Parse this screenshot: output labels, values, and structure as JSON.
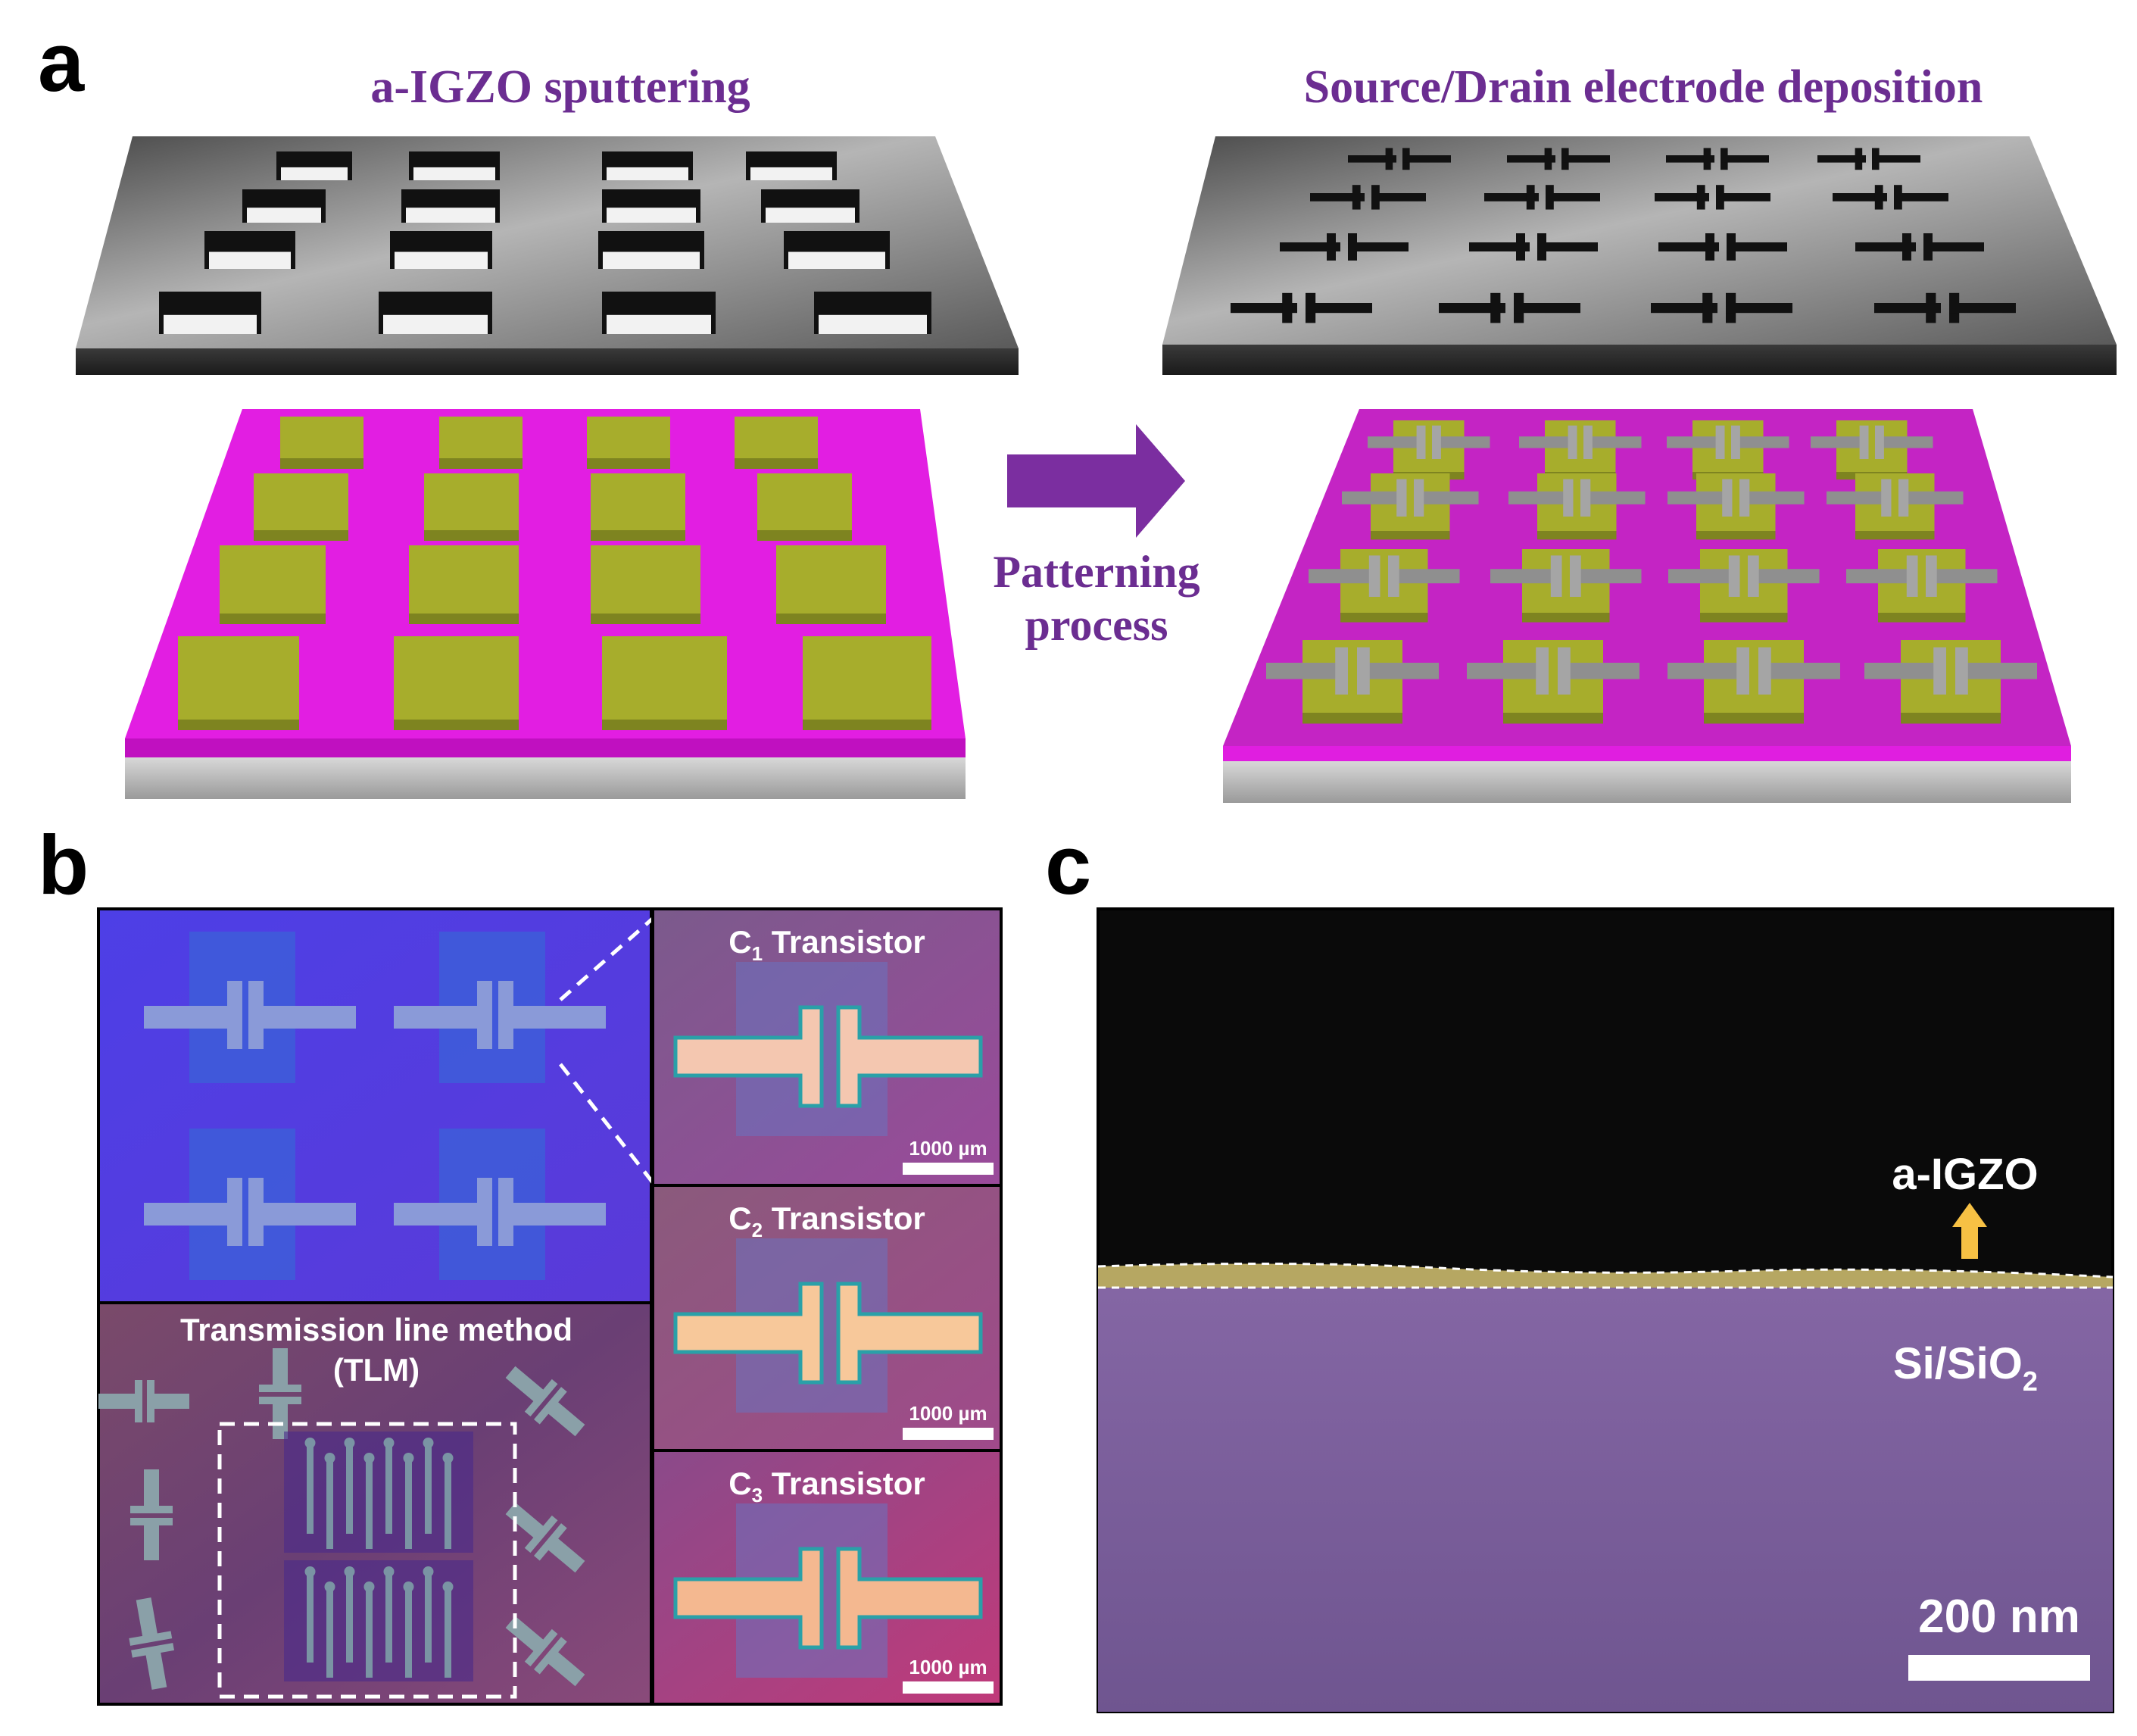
{
  "panels": {
    "a": {
      "letter": "a",
      "left_title": "a-IGZO sputtering",
      "right_title": "Source/Drain electrode deposition",
      "arrow_line1": "Patterning",
      "arrow_line2": "process"
    },
    "b": {
      "letter": "b",
      "tlm_line1": "Transmission line method",
      "tlm_line2": "(TLM)",
      "transistors": [
        {
          "prefix": "C",
          "sub": "1",
          "suffix": " Transistor",
          "scale": "1000 µm"
        },
        {
          "prefix": "C",
          "sub": "2",
          "suffix": " Transistor",
          "scale": "1000 µm"
        },
        {
          "prefix": "C",
          "sub": "3",
          "suffix": " Transistor",
          "scale": "1000 µm"
        }
      ]
    },
    "c": {
      "letter": "c",
      "film_label": "a-IGZO",
      "substrate_main": "Si/SiO",
      "substrate_sub": "2",
      "scale": "200 nm"
    }
  },
  "colors": {
    "title_purple": "#6b2d91",
    "substrate_magenta": "#e01ee0",
    "igzo_yellow": "#a7ad2c",
    "arrow_purple": "#7b2ea0",
    "mask_gray": "#8a8a8a",
    "micro_blue": "#4a3be0",
    "sem_purple": "#7c5b9c",
    "sem_film": "#c9b86b",
    "sem_arrow": "#f7c144"
  }
}
